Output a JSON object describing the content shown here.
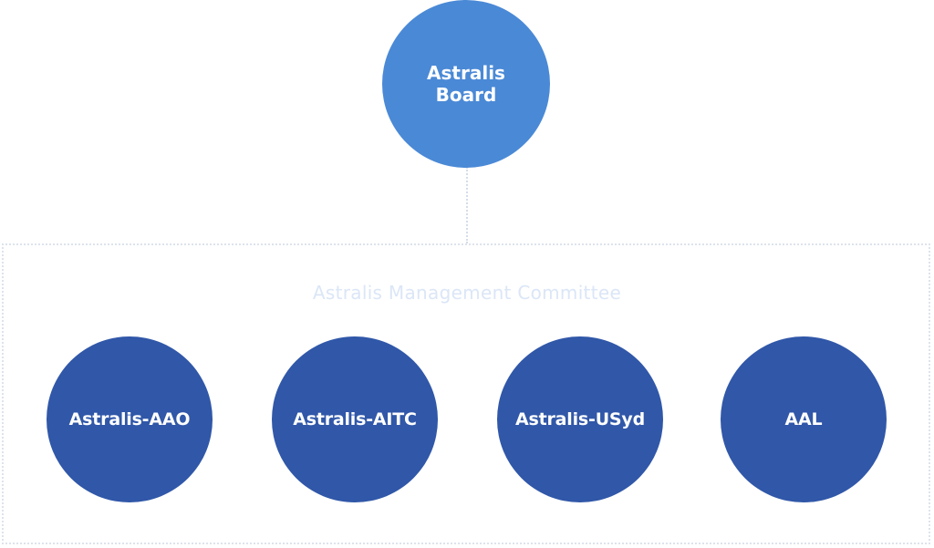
{
  "root": {
    "label": "Astralis Board"
  },
  "group": {
    "label": "Astralis Management Committee"
  },
  "children": [
    {
      "label": "Astralis-AAO"
    },
    {
      "label": "Astralis-AITC"
    },
    {
      "label": "Astralis-USyd"
    },
    {
      "label": "AAL"
    }
  ],
  "colors": {
    "root_fill": "#4a89d6",
    "child_fill": "#3057a8",
    "label_text": "#ffffff",
    "group_label": "#dbe6f7",
    "dotted_line": "#d4dde8"
  }
}
